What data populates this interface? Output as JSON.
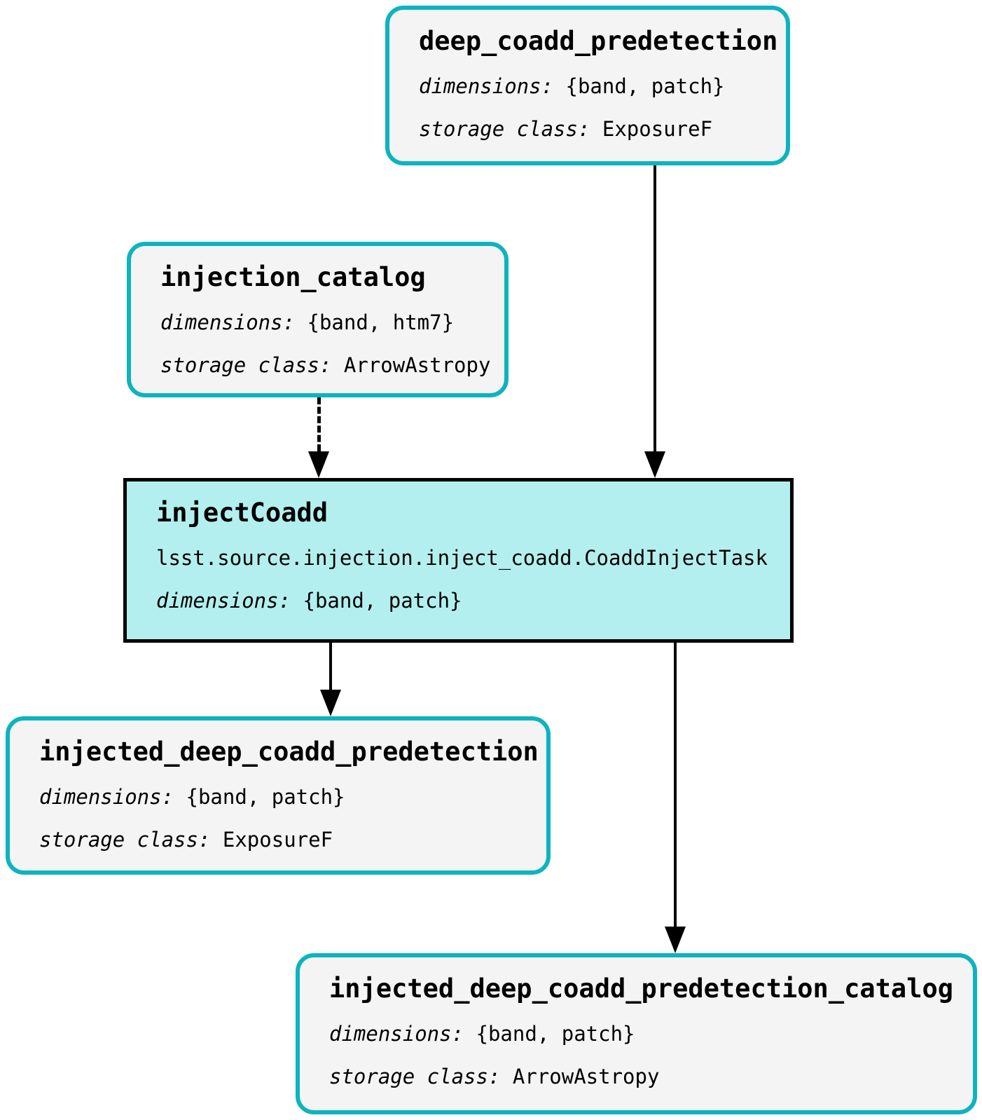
{
  "diagram": {
    "background": "#ffffff",
    "colors": {
      "dataset_fill": "#f4f4f4",
      "dataset_border": "#0db4bd",
      "task_fill": "#b4efef",
      "task_border": "#000000",
      "edge_color": "#000000",
      "text_color": "#000000"
    },
    "nodes": [
      {
        "id": "deep_coadd_predetection",
        "kind": "dataset",
        "title": "deep_coadd_predetection",
        "rows": [
          {
            "label": "dimensions:",
            "value": "{band, patch}"
          },
          {
            "label": "storage class:",
            "value": "ExposureF"
          }
        ]
      },
      {
        "id": "injection_catalog",
        "kind": "dataset",
        "title": "injection_catalog",
        "rows": [
          {
            "label": "dimensions:",
            "value": "{band, htm7}"
          },
          {
            "label": "storage class:",
            "value": "ArrowAstropy"
          }
        ]
      },
      {
        "id": "injectCoadd",
        "kind": "task",
        "title": "injectCoadd",
        "module": "lsst.source.injection.inject_coadd.CoaddInjectTask",
        "rows": [
          {
            "label": "dimensions:",
            "value": "{band, patch}"
          }
        ]
      },
      {
        "id": "injected_deep_coadd_predetection",
        "kind": "dataset",
        "title": "injected_deep_coadd_predetection",
        "rows": [
          {
            "label": "dimensions:",
            "value": "{band, patch}"
          },
          {
            "label": "storage class:",
            "value": "ExposureF"
          }
        ]
      },
      {
        "id": "injected_deep_coadd_predetection_catalog",
        "kind": "dataset",
        "title": "injected_deep_coadd_predetection_catalog",
        "rows": [
          {
            "label": "dimensions:",
            "value": "{band, patch}"
          },
          {
            "label": "storage class:",
            "value": "ArrowAstropy"
          }
        ]
      }
    ],
    "edges": [
      {
        "from": "deep_coadd_predetection",
        "to": "injectCoadd",
        "style": "solid"
      },
      {
        "from": "injection_catalog",
        "to": "injectCoadd",
        "style": "dashed"
      },
      {
        "from": "injectCoadd",
        "to": "injected_deep_coadd_predetection",
        "style": "solid"
      },
      {
        "from": "injectCoadd",
        "to": "injected_deep_coadd_predetection_catalog",
        "style": "solid"
      }
    ]
  }
}
